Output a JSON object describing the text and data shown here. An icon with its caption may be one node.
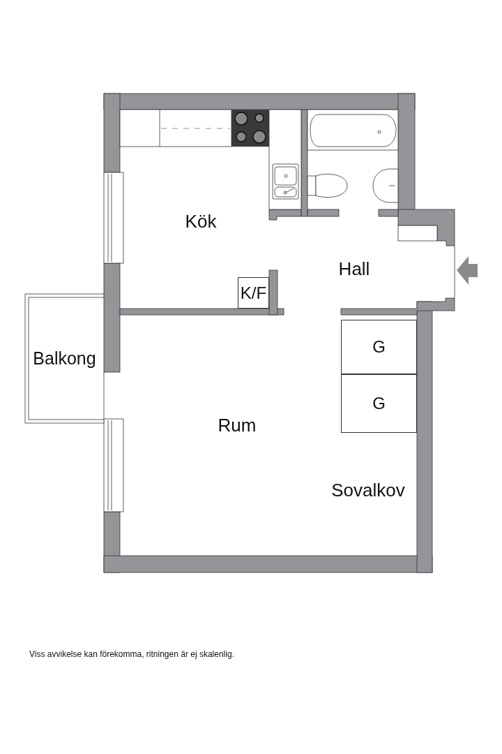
{
  "diagram": {
    "caption": "Viss avvikelse kan förekomma, ritningen är ej skalenlig.",
    "nodes": [
      {
        "text": [
          "Balkong"
        ]
      },
      {
        "text": [
          "K/F"
        ]
      },
      {
        "text": [
          "G"
        ]
      },
      {
        "text": [
          "G"
        ]
      }
    ],
    "labels": [
      "Kök",
      "Hall",
      "Rum",
      "Sovalkov"
    ]
  }
}
